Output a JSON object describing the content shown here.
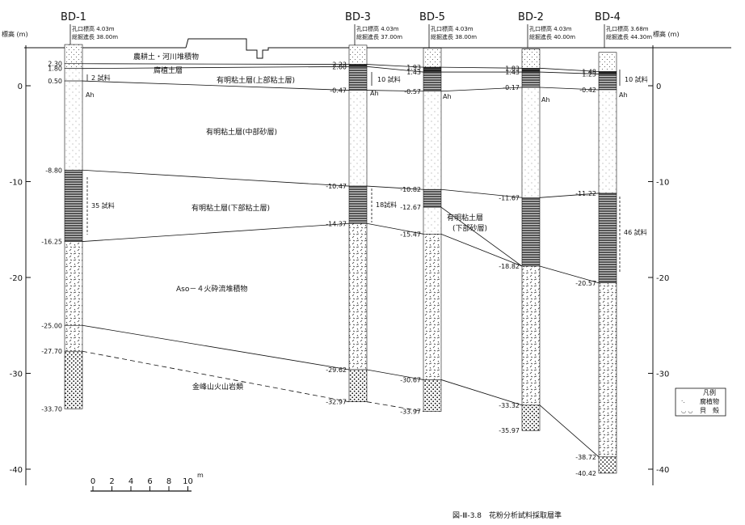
{
  "axis": {
    "left_title": "標高 (m)",
    "right_title": "標高 (m)",
    "ticks": [
      {
        "label": "0",
        "value": 0
      },
      {
        "label": "-10",
        "value": -10
      },
      {
        "label": "-20",
        "value": -20
      },
      {
        "label": "-30",
        "value": -30
      },
      {
        "label": "-40",
        "value": -40
      }
    ]
  },
  "boreholes": [
    {
      "name": "BD-1",
      "collar": "孔口標高 4.03m",
      "depth": "総掘進長 38.00m",
      "elevs": [
        {
          "label": "2.30",
          "v": 2.3
        },
        {
          "label": "1.80",
          "v": 1.8
        },
        {
          "label": "0.50",
          "v": 0.5
        },
        {
          "label": "-8.80",
          "v": -8.8
        },
        {
          "label": "-16.25",
          "v": -16.25
        },
        {
          "label": "-25.00",
          "v": -25.0
        },
        {
          "label": "-27.70",
          "v": -27.7
        },
        {
          "label": "-33.70",
          "v": -33.7
        }
      ]
    },
    {
      "name": "BD-3",
      "collar": "孔口標高 4.03m",
      "depth": "総掘進長 37.00m",
      "elevs": [
        {
          "label": "2.23",
          "v": 2.23
        },
        {
          "label": "2.00",
          "v": 2.0
        },
        {
          "label": "-0.47",
          "v": -0.47
        },
        {
          "label": "-10.47",
          "v": -10.47
        },
        {
          "label": "-14.37",
          "v": -14.37
        },
        {
          "label": "-29.62",
          "v": -29.62
        },
        {
          "label": "-32.97",
          "v": -32.97
        }
      ]
    },
    {
      "name": "BD-5",
      "collar": "孔口標高 4.03m",
      "depth": "総掘進長 38.00m",
      "elevs": [
        {
          "label": "1.93",
          "v": 1.93
        },
        {
          "label": "1.43",
          "v": 1.43
        },
        {
          "label": "-0.57",
          "v": -0.57
        },
        {
          "label": "-10.82",
          "v": -10.82
        },
        {
          "label": "-12.67",
          "v": -12.67
        },
        {
          "label": "-15.47",
          "v": -15.47
        },
        {
          "label": "-30.67",
          "v": -30.67
        },
        {
          "label": "-33.97",
          "v": -33.97
        }
      ]
    },
    {
      "name": "BD-2",
      "collar": "孔口標高 4.03m",
      "depth": "総掘進長 40.00m",
      "elevs": [
        {
          "label": "1.83",
          "v": 1.83
        },
        {
          "label": "1.43",
          "v": 1.43
        },
        {
          "label": "-0.17",
          "v": -0.17
        },
        {
          "label": "-11.67",
          "v": -11.67
        },
        {
          "label": "-18.82",
          "v": -18.82
        },
        {
          "label": "-33.32",
          "v": -33.32
        },
        {
          "label": "-35.97",
          "v": -35.97
        }
      ]
    },
    {
      "name": "BD-4",
      "collar": "孔口標高 3.68m",
      "depth": "総掘進長 44.30m",
      "elevs": [
        {
          "label": "1.48",
          "v": 1.48
        },
        {
          "label": "1.23",
          "v": 1.23
        },
        {
          "label": "-0.42",
          "v": -0.42
        },
        {
          "label": "-11.22",
          "v": -11.22
        },
        {
          "label": "-20.57",
          "v": -20.57
        },
        {
          "label": "-38.72",
          "v": -38.72
        },
        {
          "label": "-40.42",
          "v": -40.42
        }
      ]
    }
  ],
  "layers": {
    "surface": "農耕土・河川堆積物",
    "peat": "腐植土層",
    "upper_clay": "有明粘土層(上部粘土層)",
    "middle_sand": "有明粘土層(中部砂層)",
    "lower_clay": "有明粘土層(下部粘土層)",
    "lower_sand": "有明粘土層\n(下部砂層)",
    "aso4": "Aso－４火砕流堆積物",
    "kinpo": "金峰山火山岩類"
  },
  "markers": {
    "ah": "Ah"
  },
  "samples": {
    "bd1_upper": "2 試料",
    "bd3_upper": "10 試料",
    "bd4_upper": "10 試料",
    "bd1_lower": "35 試料",
    "bd3_lower": "18試料",
    "bd4_lower": "46 試料"
  },
  "legend": {
    "title": "凡例",
    "items": [
      {
        "label": "腐植物"
      },
      {
        "label": "貝　殻"
      }
    ]
  },
  "scale": {
    "labels": [
      "0",
      "2",
      "4",
      "6",
      "8",
      "10"
    ],
    "unit": "m"
  },
  "caption": "図-Ⅲ-3.8　花粉分析試料採取層準"
}
